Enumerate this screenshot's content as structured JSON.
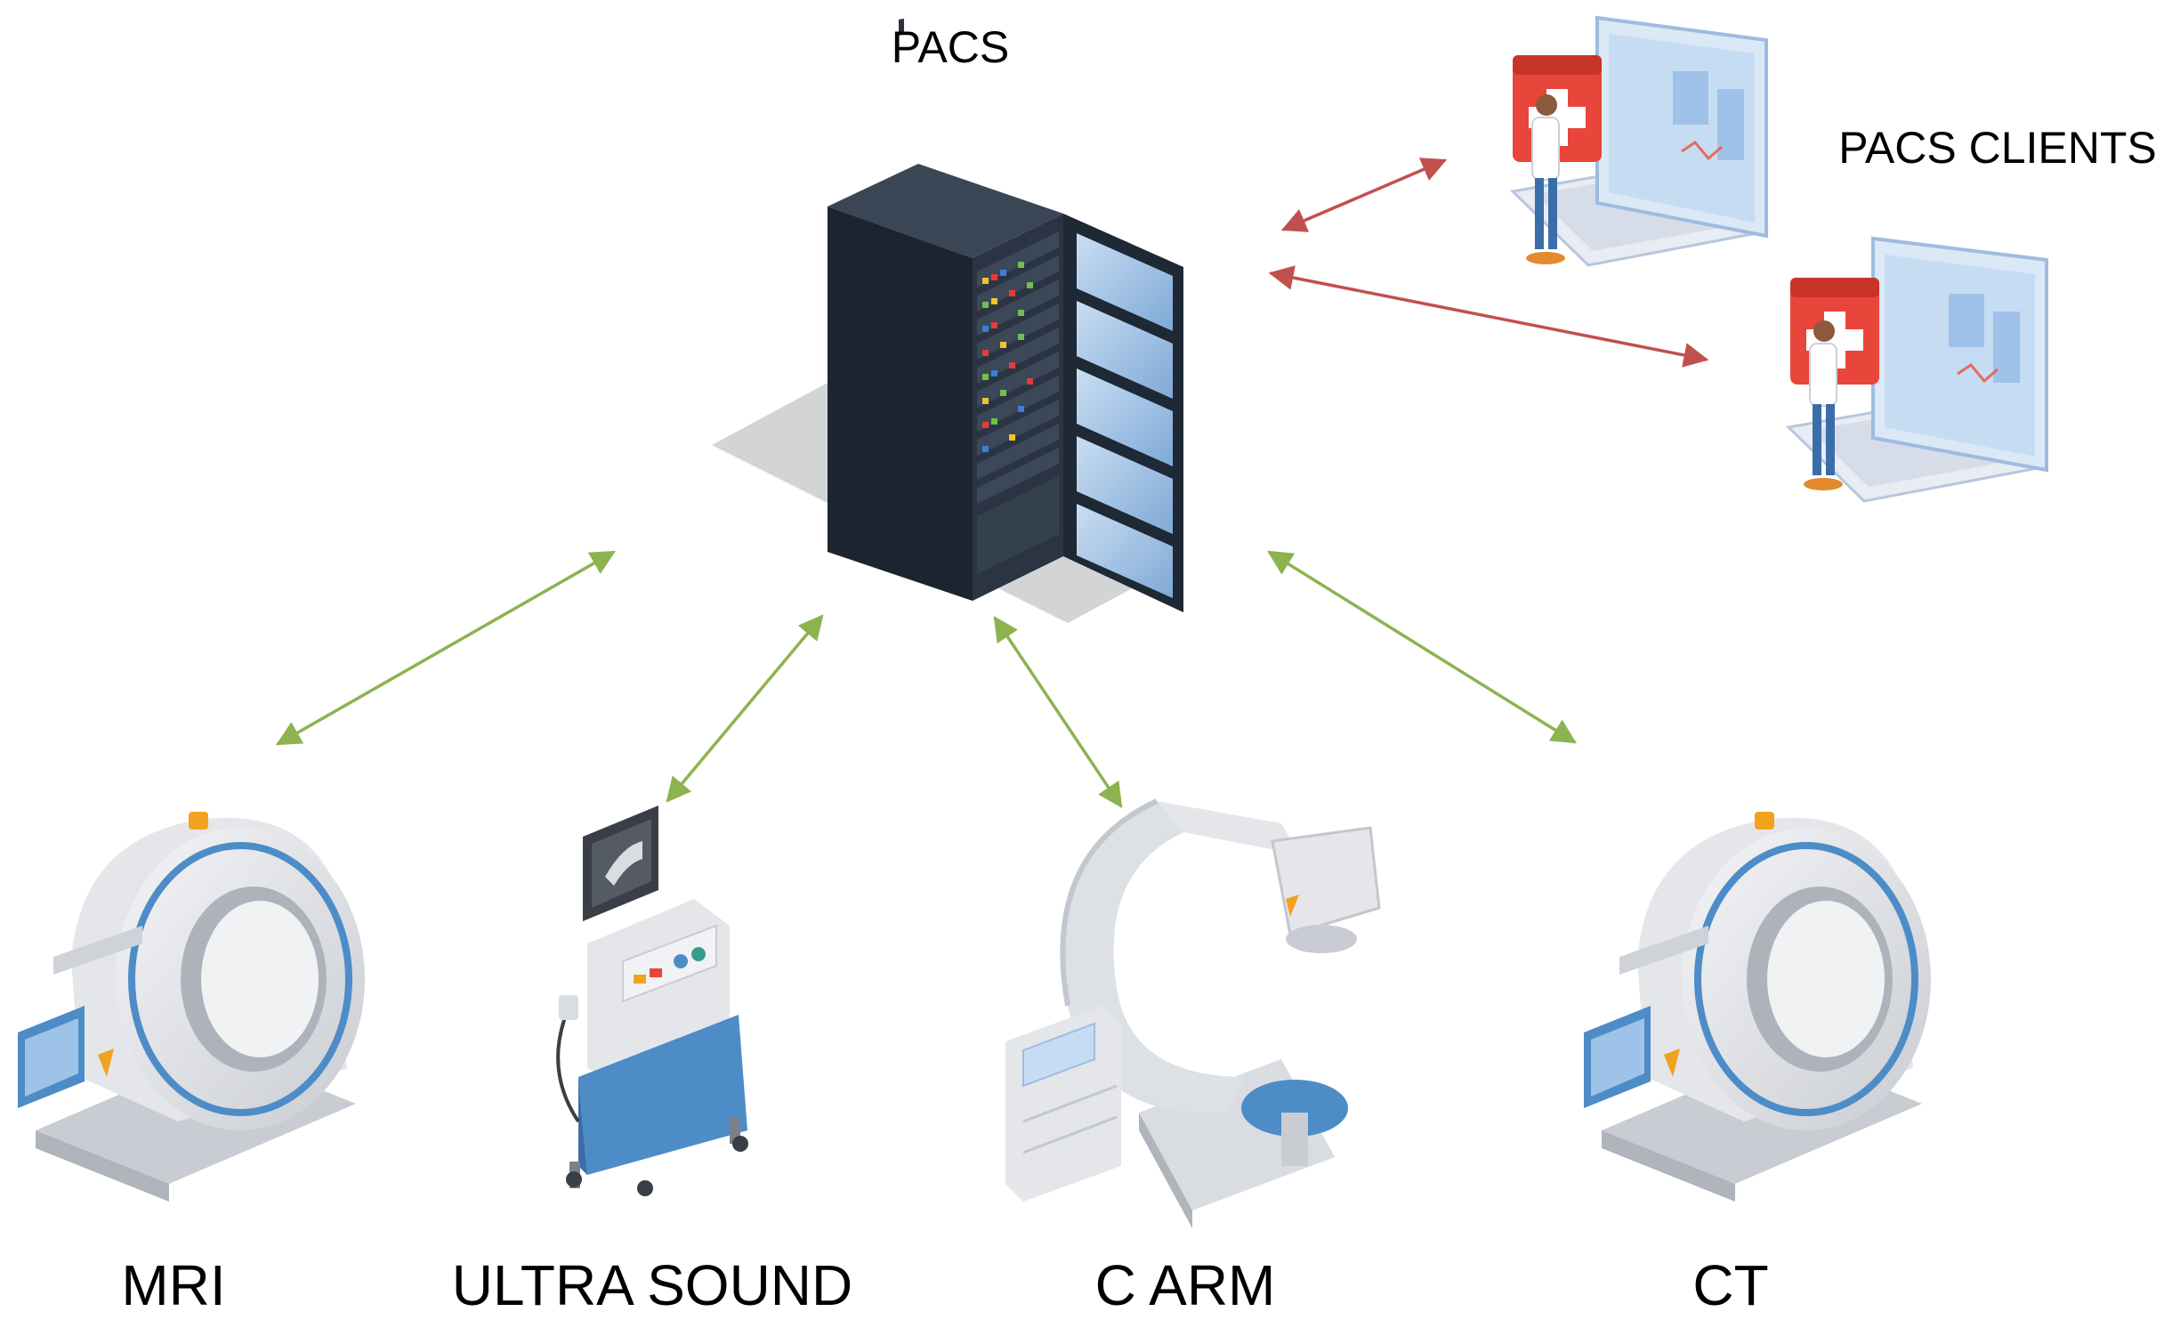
{
  "labels": {
    "server": "PACS",
    "clients": "PACS CLIENTS",
    "mri": "MRI",
    "ultrasound": "ULTRA SOUND",
    "carm": "C ARM",
    "ct": "CT"
  },
  "colors": {
    "client_link": "#c0504d",
    "modality_link": "#8db351",
    "rack_body": "#1f2835",
    "rack_front": "#26303f",
    "glass": "#9ec3e8",
    "machine_body": "#e4e6ea",
    "accent_blue": "#4d8cc7",
    "laptop_red": "#e8463a"
  },
  "icons": {
    "server": "server-rack-icon",
    "client_1": "laptop-doctor-icon",
    "client_2": "laptop-doctor-icon",
    "mri": "mri-scanner-icon",
    "ultrasound": "ultrasound-machine-icon",
    "carm": "c-arm-icon",
    "ct": "ct-scanner-icon"
  }
}
